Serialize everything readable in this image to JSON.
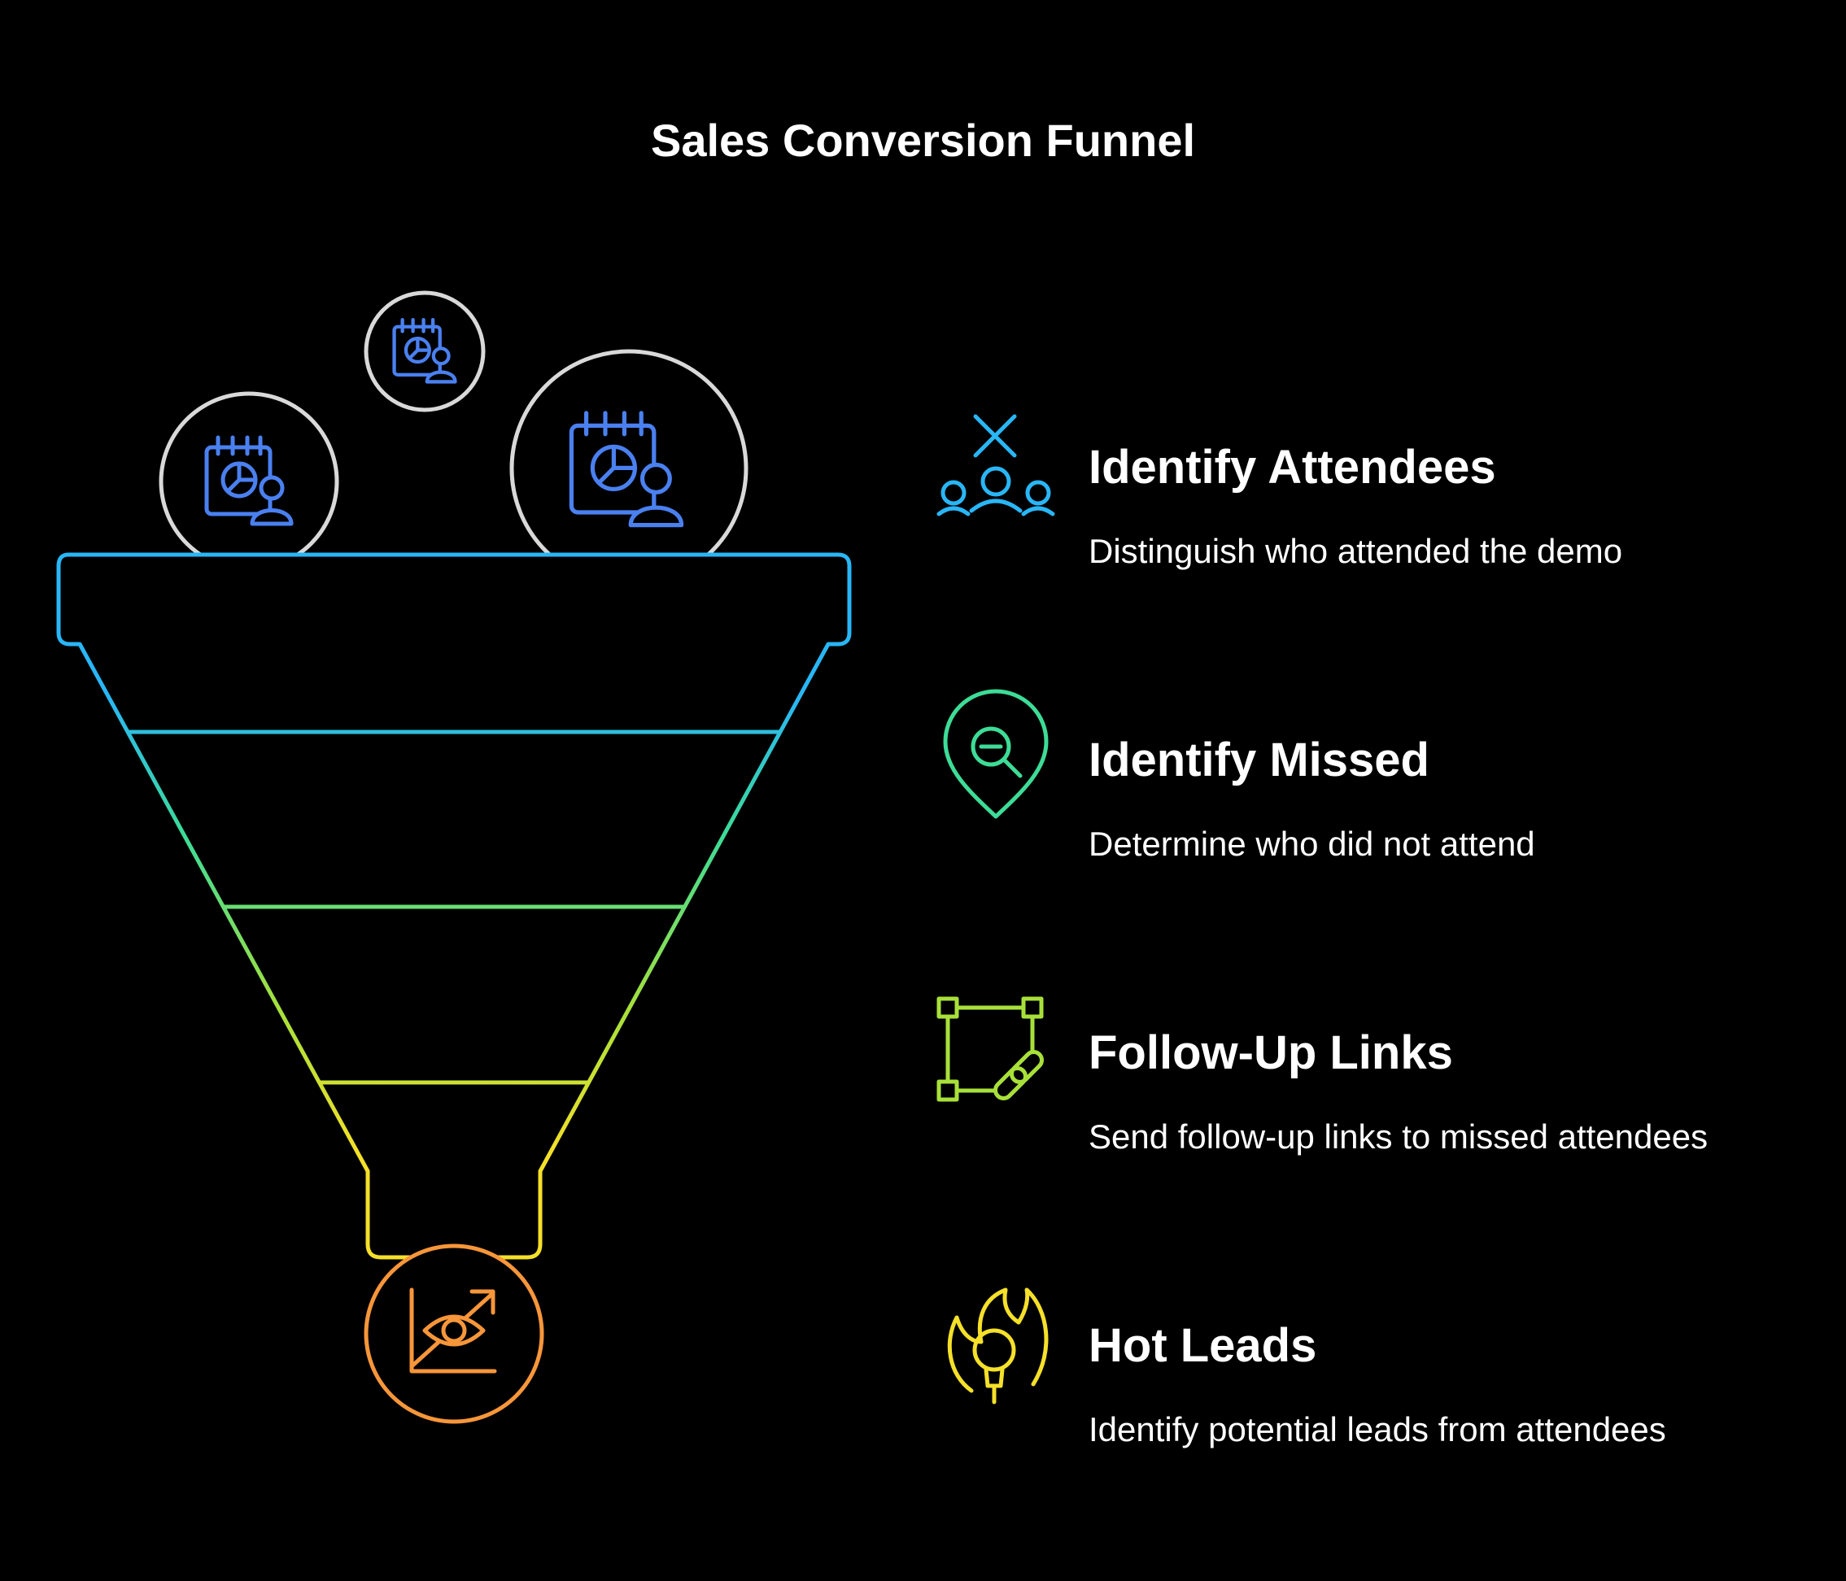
{
  "title": "Sales Conversion Funnel",
  "stages": [
    {
      "title": "Identify Attendees",
      "description": "Distinguish who attended the demo",
      "color": "#29B6F6",
      "icon": "attendees-group-icon"
    },
    {
      "title": "Identify Missed",
      "description": "Determine who did not attend",
      "color": "#3DDC97",
      "icon": "location-search-icon"
    },
    {
      "title": "Follow-Up Links",
      "description": "Send follow-up links to missed attendees",
      "color": "#A8E03A",
      "icon": "link-nodes-icon"
    },
    {
      "title": "Hot Leads",
      "description": "Identify potential leads from attendees",
      "color": "#F5E02A",
      "icon": "flame-bulb-icon"
    }
  ],
  "inputs": [
    {
      "icon": "calendar-chart-user-icon"
    },
    {
      "icon": "calendar-chart-user-icon"
    },
    {
      "icon": "calendar-chart-user-icon"
    }
  ],
  "output": {
    "icon": "chart-eye-icon",
    "color": "#F7963A"
  },
  "colors": {
    "background": "#000000",
    "circle_outline": "#D9D9D9",
    "input_icon": "#4A80F0"
  }
}
